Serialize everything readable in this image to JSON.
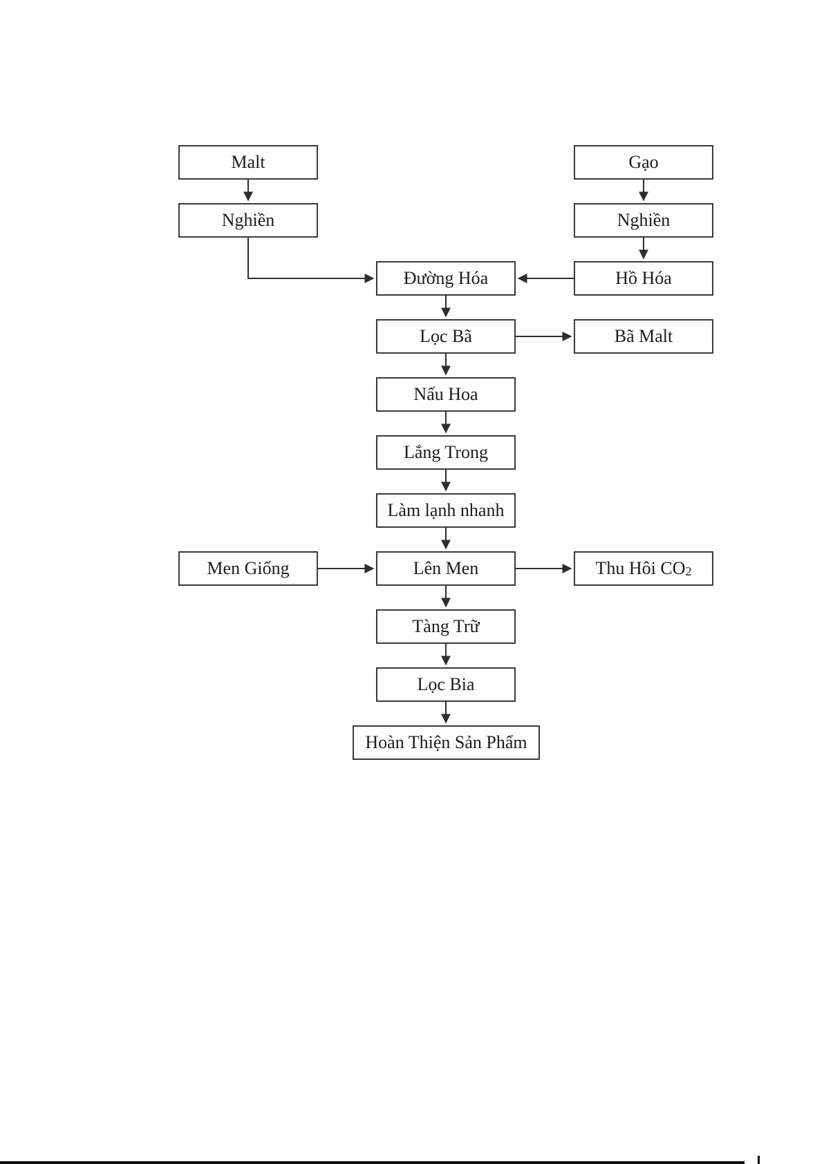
{
  "nodes": {
    "malt": {
      "label": "Malt"
    },
    "gao": {
      "label": "Gạo"
    },
    "nghien_malt": {
      "label": "Nghiền"
    },
    "nghien_gao": {
      "label": "Nghiền"
    },
    "duong_hoa": {
      "label": "Đường Hóa"
    },
    "ho_hoa": {
      "label": "Hồ Hóa"
    },
    "loc_ba": {
      "label": "Lọc Bã"
    },
    "ba_malt": {
      "label": "Bã Malt"
    },
    "nau_hoa": {
      "label": "Nấu Hoa"
    },
    "lang_trong": {
      "label": "Lắng Trong"
    },
    "lam_lanh_nhanh": {
      "label": "Làm lạnh nhanh"
    },
    "men_giong": {
      "label": "Men Giống"
    },
    "len_men": {
      "label": "Lên Men"
    },
    "thu_hoi_co2": {
      "label": "Thu Hôi CO",
      "subscript": "2"
    },
    "tang_tru": {
      "label": "Tàng Trữ"
    },
    "loc_bia": {
      "label": "Lọc Bia"
    },
    "hoan_thien": {
      "label": "Hoàn Thiện Sản Phẩm"
    }
  },
  "edges": [
    {
      "from": "Malt",
      "to": "Nghiền (malt)"
    },
    {
      "from": "Gạo",
      "to": "Nghiền (gạo)"
    },
    {
      "from": "Nghiền (malt)",
      "to": "Đường Hóa"
    },
    {
      "from": "Nghiền (gạo)",
      "to": "Hồ Hóa"
    },
    {
      "from": "Hồ Hóa",
      "to": "Đường Hóa"
    },
    {
      "from": "Đường Hóa",
      "to": "Lọc Bã"
    },
    {
      "from": "Lọc Bã",
      "to": "Bã Malt"
    },
    {
      "from": "Lọc Bã",
      "to": "Nấu Hoa"
    },
    {
      "from": "Nấu Hoa",
      "to": "Lắng Trong"
    },
    {
      "from": "Lắng Trong",
      "to": "Làm lạnh nhanh"
    },
    {
      "from": "Làm lạnh nhanh",
      "to": "Lên Men"
    },
    {
      "from": "Men Giống",
      "to": "Lên Men"
    },
    {
      "from": "Lên Men",
      "to": "Thu Hôi CO2"
    },
    {
      "from": "Lên Men",
      "to": "Tàng Trữ"
    },
    {
      "from": "Tàng Trữ",
      "to": "Lọc Bia"
    },
    {
      "from": "Lọc Bia",
      "to": "Hoàn Thiện Sản Phẩm"
    }
  ],
  "colors": {
    "background": "#ffffff",
    "box_border": "#3a3a3a",
    "text": "#1c1c1c",
    "line": "#2e2e2e"
  }
}
